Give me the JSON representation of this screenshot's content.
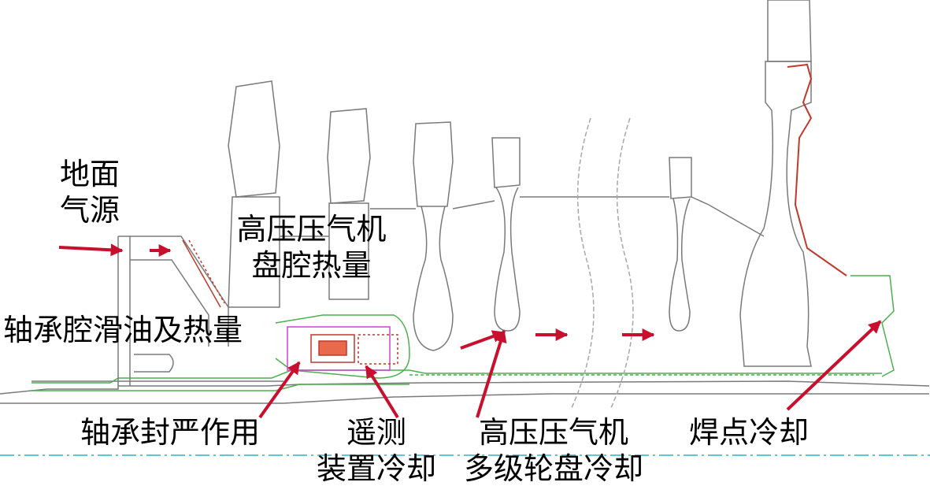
{
  "labels": {
    "ground_air_source": [
      "地面",
      "气源"
    ],
    "hpc_cavity_heat": [
      "高压压气机",
      "盘腔热量"
    ],
    "bearing_cavity_oil_heat": "轴承腔滑油及热量",
    "bearing_sealing": "轴承封严作用",
    "telemetry_cooling": [
      "遥测",
      "装置冷却"
    ],
    "hpc_multistage_disk_cooling": [
      "高压压气机",
      "多级轮盘冷却"
    ],
    "weld_cooling": "焊点冷却"
  },
  "colors": {
    "arrow": "#c8102e",
    "outline": "#7a7a7a",
    "flow_path": "#4caf50",
    "cooling_line": "#c0392b",
    "telemetry_box": "#cc44cc",
    "centerline": "#5fc6d8"
  }
}
